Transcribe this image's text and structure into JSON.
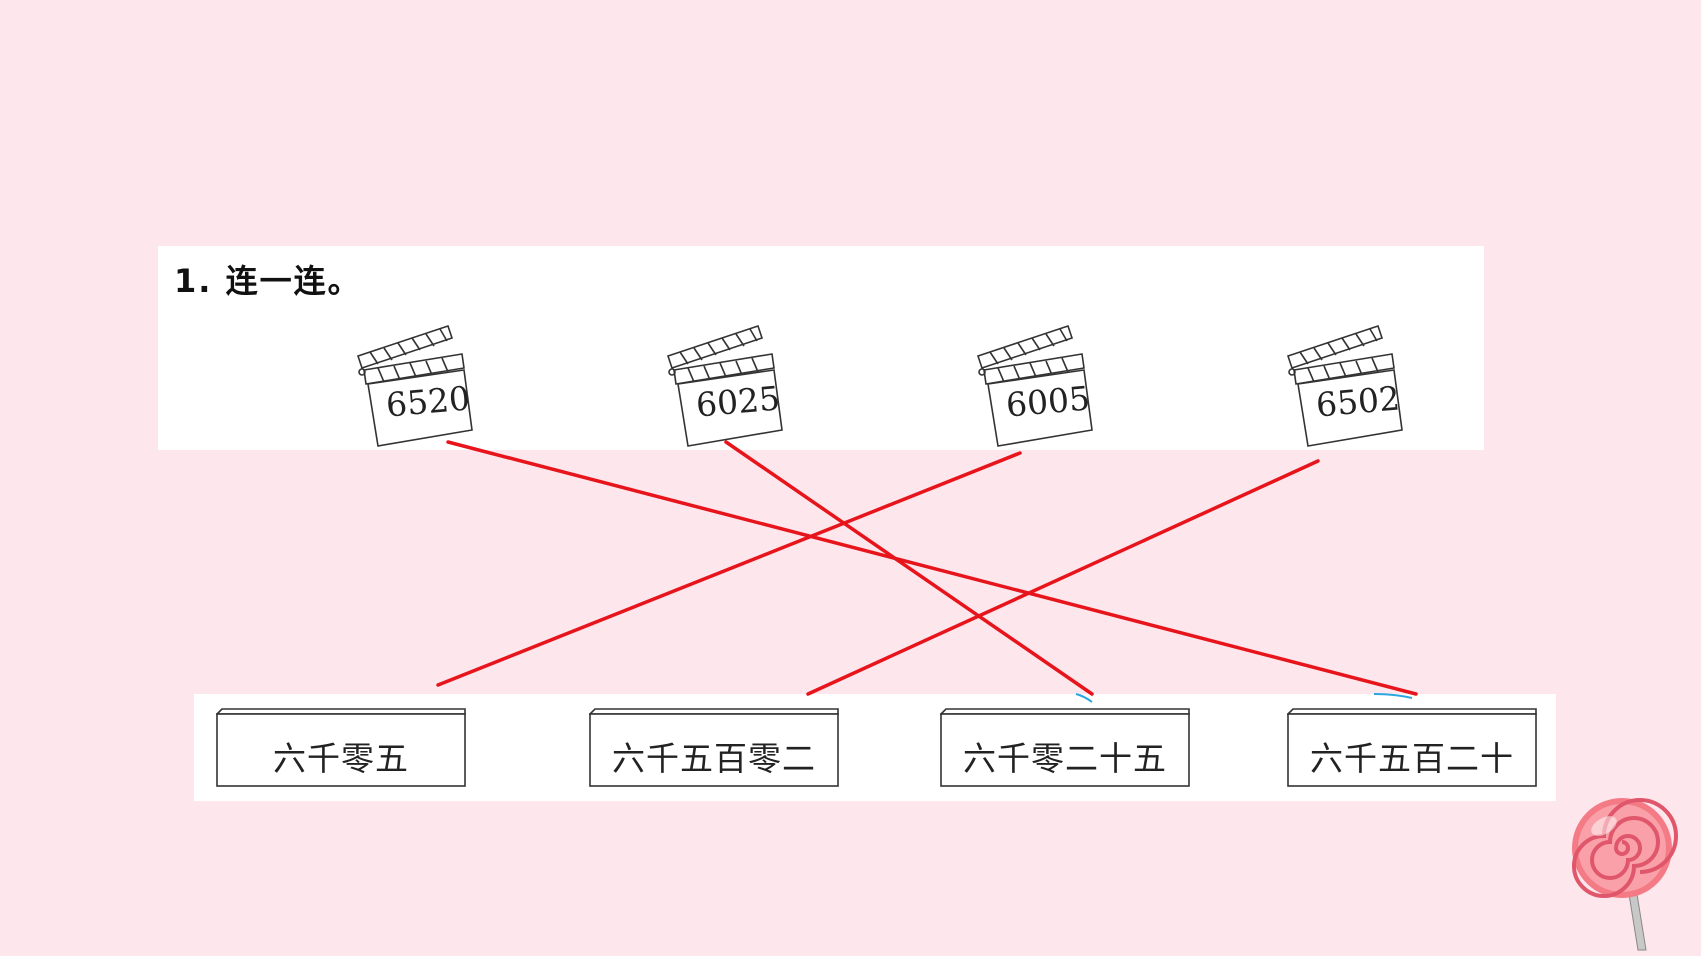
{
  "question": {
    "label": "1. 连一连。"
  },
  "numbers": [
    {
      "value": "6520"
    },
    {
      "value": "6025"
    },
    {
      "value": "6005"
    },
    {
      "value": "6502"
    }
  ],
  "words": [
    {
      "text": "六千零五"
    },
    {
      "text": "六千五百零二"
    },
    {
      "text": "六千零二十五"
    },
    {
      "text": "六千五百二十"
    }
  ],
  "connections": [
    {
      "number": "6520",
      "word": "六千五百二十"
    },
    {
      "number": "6025",
      "word": "六千零二十五"
    },
    {
      "number": "6005",
      "word": "六千零五"
    },
    {
      "number": "6502",
      "word": "六千五百零二"
    }
  ],
  "colors": {
    "line": "#e8141b",
    "background": "#fde6ec",
    "panel": "#ffffff"
  }
}
